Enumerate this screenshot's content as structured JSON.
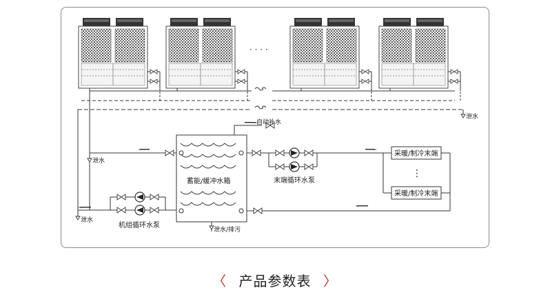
{
  "diagram": {
    "ellipsis_units": "· · · ·",
    "gap_marks": "~",
    "labels": {
      "auto_refill": "自动补水",
      "drain_right": "泄水",
      "drain_left_upper": "泄水",
      "drain_left_lower": "泄水",
      "tank": "蓄能/缓冲水箱",
      "drain_tank": "泄水/排污",
      "end_pump": "末端循环水泵",
      "unit_pump": "机组循环水泵",
      "terminal_top": "采暖/制冷末端",
      "terminal_bottom": "采暖/制冷末端",
      "terminal_dots": "⋮"
    }
  },
  "footer": {
    "left_chevron": "〈",
    "title": "产品参数表",
    "right_chevron": "〉"
  },
  "colors": {
    "accent": "#c0392b",
    "line": "#333333",
    "frame": "#8a8a8a"
  }
}
